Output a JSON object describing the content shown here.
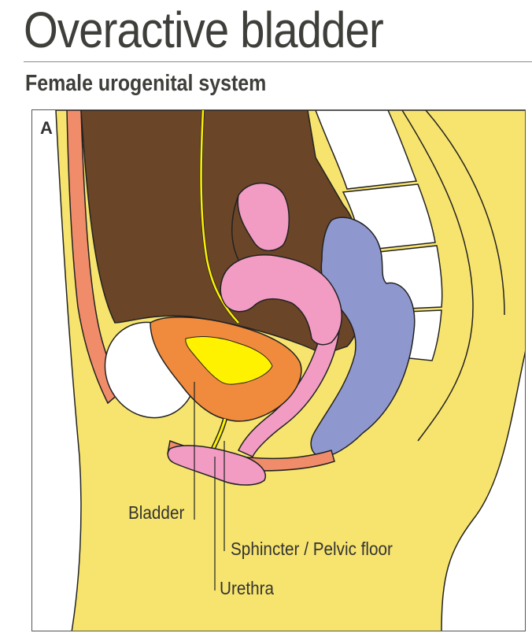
{
  "header": {
    "title": "Overactive bladder",
    "subtitle": "Female urogenital system"
  },
  "figure": {
    "panel_letter": "A",
    "labels": {
      "bladder": "Bladder",
      "sphincter": "Sphincter / Pelvic floor",
      "urethra": "Urethra"
    },
    "colors": {
      "body": "#f7e46e",
      "cavity": "#6b4527",
      "bladder": "#f08a3c",
      "urine": "#fff200",
      "uterus": "#f29cc4",
      "rectum": "#8f97cf",
      "bone": "#ffffff",
      "muscle": "#f08c6a"
    }
  }
}
